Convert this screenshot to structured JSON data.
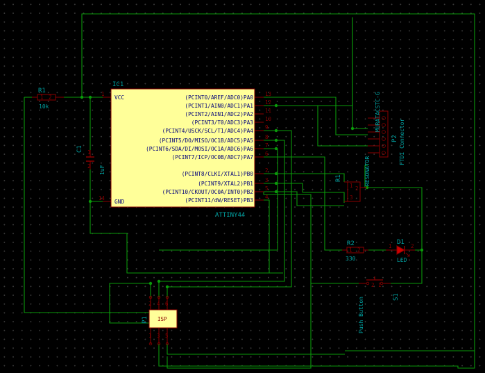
{
  "ic1": {
    "ref": "IC1",
    "value": "ATTINY44",
    "left_pins": [
      {
        "num": "1",
        "name": "VCC"
      },
      {
        "num": "14",
        "name": "GND"
      }
    ],
    "right_pins": [
      {
        "num": "13",
        "name": "(PCINT0/AREF/ADC0)PA0"
      },
      {
        "num": "12",
        "name": "(PCINT1/AIN0/ADC1)PA1"
      },
      {
        "num": "11",
        "name": "(PCINT2/AIN1/ADC2)PA2"
      },
      {
        "num": "10",
        "name": "(PCINT3/T0/ADC3)PA3"
      },
      {
        "num": "9",
        "name": "(PCINT4/USCK/SCL/T1/ADC4)PA4"
      },
      {
        "num": "8",
        "name": "(PCINT5/DO/MISO/OC1B/ADC5)PA5"
      },
      {
        "num": "7",
        "name": "(PCINT6/SDA/DI/MOSI/OC1A/ADC6)PA6"
      },
      {
        "num": "6",
        "name": "(PCINT7/ICP/OC0B/ADC7)PA7"
      },
      {
        "num": "2",
        "name": "(PCINT8/CLKI/XTAL1)PB0"
      },
      {
        "num": "3",
        "name": "(PCINT9/XTAL2)PB1"
      },
      {
        "num": "5",
        "name": "(PCINT10/CKOUT/OC0A/INT0)PB2"
      },
      {
        "num": "4",
        "name": "(PCINT11/dW/RESET)PB3"
      }
    ]
  },
  "r1": {
    "ref": "R1",
    "value": "10k",
    "pin1": "1",
    "pin2": "2"
  },
  "c1": {
    "ref": "C1",
    "value": "1uF",
    "pin1": "1",
    "pin2": "2"
  },
  "r2": {
    "ref": "R2",
    "value": "330",
    "pin1": "1",
    "pin2": "2"
  },
  "d1": {
    "ref": "D1",
    "value": "LED",
    "pin1": "1",
    "pin2": "2"
  },
  "s1": {
    "ref": "S1",
    "value": "Push Button",
    "pin1": "1",
    "pin2": "2"
  },
  "x1": {
    "ref": "R1",
    "value": "RESONATOR",
    "pin1": "1",
    "pin2": "2",
    "pin3": "3"
  },
  "p2": {
    "ref": "P2",
    "value": "FTDI Connector",
    "alt_value": "MURATACSTC-G"
  },
  "p1": {
    "ref": "P1",
    "value": "ISP",
    "top_pins": [
      "2",
      "4",
      "6"
    ],
    "bottom_pins": [
      "1",
      "3",
      "5"
    ]
  },
  "colors": {
    "background": "#000000",
    "wire": "#0a9a0a",
    "component_body": "#ffff99",
    "component_outline": "#8b0000",
    "reference_text": "#00a3a3",
    "led_fill": "#cc0000"
  }
}
